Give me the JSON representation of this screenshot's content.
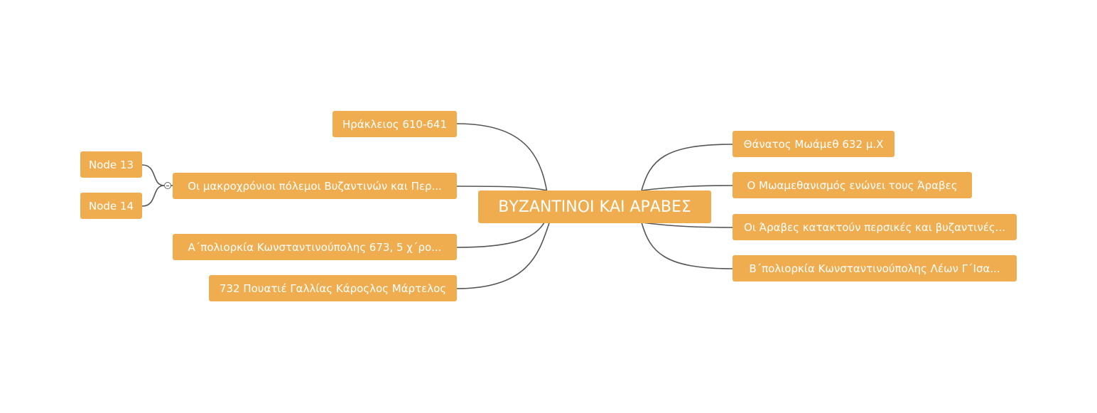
{
  "central": "ΒΥΖΑΝΤΙΝΟΙ ΚΑΙ ΑΡΑΒΕΣ",
  "left_topics": [
    "Ηράκλειος 610-641",
    "Οι μακροχρόνιοι πόλεμοι Βυζαντινών και Περ...",
    "Α΄πολιορκία Κωνσταντινούπολης 673, 5 χ΄ρο...",
    "732 Πουατιέ Γαλλίας Κάροςλος Μάρτελος"
  ],
  "subtopics": [
    "Node 13",
    "Node 14"
  ],
  "right_topics": [
    "Θάνατος Μωάμεθ 632 μ.Χ",
    "Ο Μωαμεθανισμός ενώνει τους Άραβες",
    "Οι Άραβες κατακτούν περσικές και βυζαντινές...",
    "Β΄πολιορκία Κωνσταντινούπολης Λέων Γ΄Ισα..."
  ],
  "colors": {
    "node": "#efad50",
    "text": "#ffffff",
    "line": "#555555"
  },
  "controls": {
    "collapse_icon": "collapse-minus-icon"
  }
}
